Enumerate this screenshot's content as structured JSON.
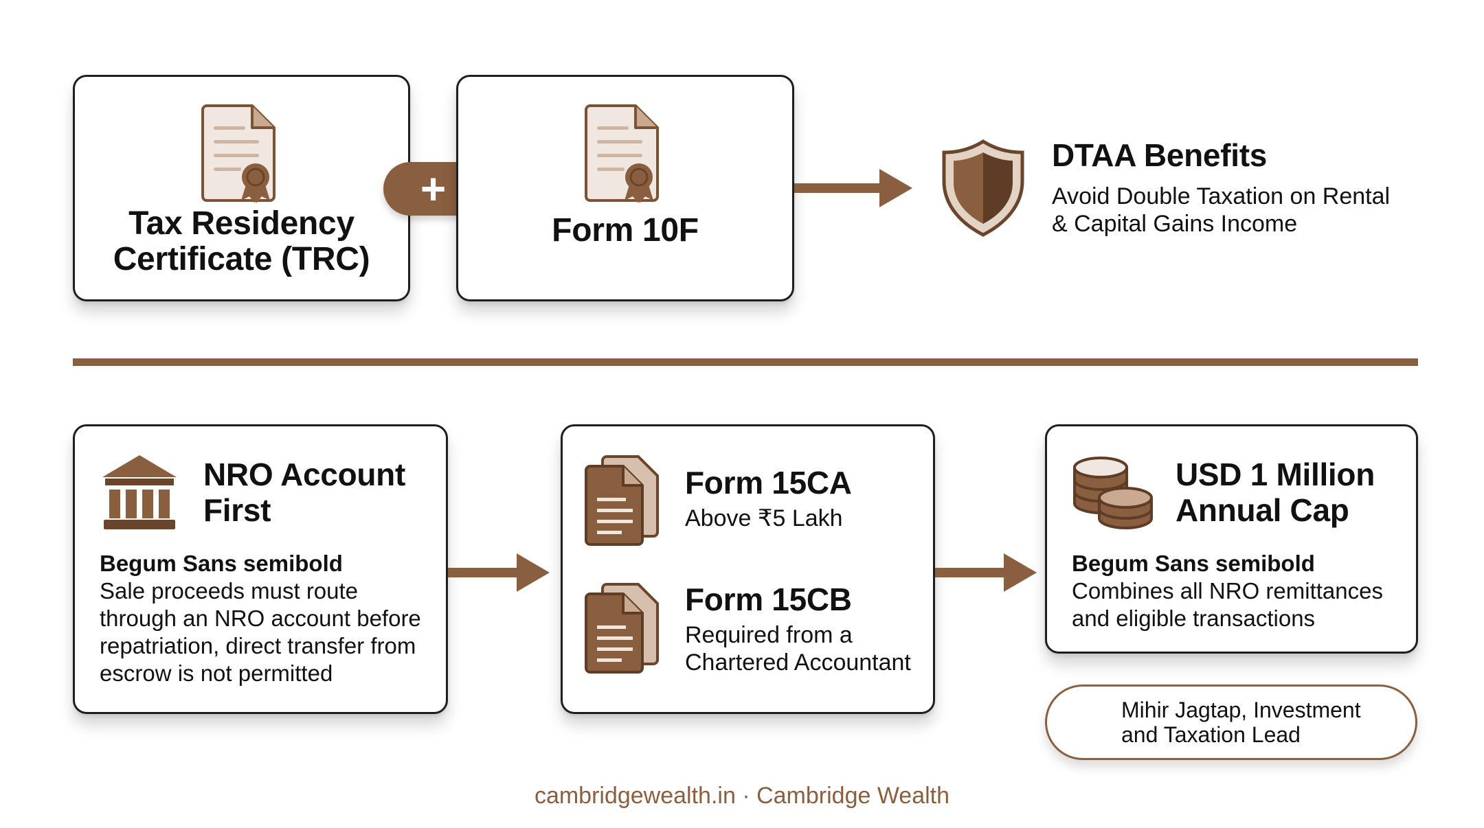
{
  "top_row": {
    "trc_card": {
      "icon": "certificate-icon",
      "title": "Tax Residency Certificate (TRC)"
    },
    "plus_symbol": "+",
    "form10f_card": {
      "icon": "certificate-icon",
      "title": "Form 10F"
    },
    "dtaa": {
      "icon": "shield-icon",
      "title": "DTAA Benefits",
      "description": "Avoid Double Taxation on Rental & Capital Gains Income"
    }
  },
  "bottom_row": {
    "nro_card": {
      "icon": "bank-icon",
      "title": "NRO Account First",
      "subtitle": "Begum Sans semibold",
      "body": "Sale proceeds must route through an NRO account before repatriation, direct transfer from escrow is not permitted"
    },
    "forms_card": {
      "form15ca": {
        "icon": "document-icon",
        "title": "Form 15CA",
        "description": "Above ₹5 Lakh"
      },
      "form15cb": {
        "icon": "document-icon",
        "title": "Form 15CB",
        "description": "Required from a Chartered Accountant"
      }
    },
    "cap_card": {
      "icon": "coins-icon",
      "title": "USD 1 Million Annual Cap",
      "subtitle": "Begum Sans semibold",
      "body": "Combines all NRO remittances and eligible transactions"
    }
  },
  "byline": "Mihir Jagtap, Investment and Taxation Lead",
  "footer": "cambridgewealth.in · Cambridge Wealth",
  "colors": {
    "accent": "#8a5f40",
    "border": "#1e1e1e",
    "text": "#111111"
  }
}
